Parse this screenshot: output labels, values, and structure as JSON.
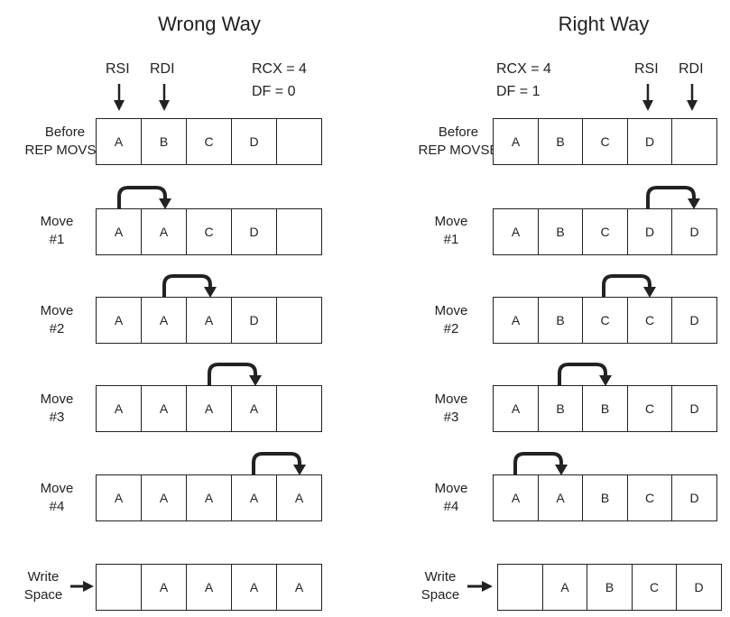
{
  "left": {
    "title": "Wrong Way",
    "pointers": {
      "src": "RSI",
      "dst": "RDI"
    },
    "regs": [
      "RCX = 4",
      "DF = 0"
    ],
    "rows": [
      {
        "label": [
          "Before",
          "REP MOVSB"
        ],
        "cells": [
          "A",
          "B",
          "C",
          "D",
          ""
        ]
      },
      {
        "label": [
          "Move",
          "#1"
        ],
        "cells": [
          "A",
          "A",
          "C",
          "D",
          ""
        ]
      },
      {
        "label": [
          "Move",
          "#2"
        ],
        "cells": [
          "A",
          "A",
          "A",
          "D",
          ""
        ]
      },
      {
        "label": [
          "Move",
          "#3"
        ],
        "cells": [
          "A",
          "A",
          "A",
          "A",
          ""
        ]
      },
      {
        "label": [
          "Move",
          "#4"
        ],
        "cells": [
          "A",
          "A",
          "A",
          "A",
          "A"
        ]
      },
      {
        "label": [
          "Write",
          "Space"
        ],
        "cells": [
          "",
          "A",
          "A",
          "A",
          "A"
        ]
      }
    ]
  },
  "right": {
    "title": "Right Way",
    "pointers": {
      "src": "RSI",
      "dst": "RDI"
    },
    "regs": [
      "RCX = 4",
      "DF = 1"
    ],
    "rows": [
      {
        "label": [
          "Before",
          "REP MOVSB"
        ],
        "cells": [
          "A",
          "B",
          "C",
          "D",
          ""
        ]
      },
      {
        "label": [
          "Move",
          "#1"
        ],
        "cells": [
          "A",
          "B",
          "C",
          "D",
          "D"
        ]
      },
      {
        "label": [
          "Move",
          "#2"
        ],
        "cells": [
          "A",
          "B",
          "C",
          "C",
          "D"
        ]
      },
      {
        "label": [
          "Move",
          "#3"
        ],
        "cells": [
          "A",
          "B",
          "B",
          "C",
          "D"
        ]
      },
      {
        "label": [
          "Move",
          "#4"
        ],
        "cells": [
          "A",
          "A",
          "B",
          "C",
          "D"
        ]
      },
      {
        "label": [
          "Write",
          "Space"
        ],
        "cells": [
          "",
          "A",
          "B",
          "C",
          "D"
        ]
      }
    ]
  }
}
